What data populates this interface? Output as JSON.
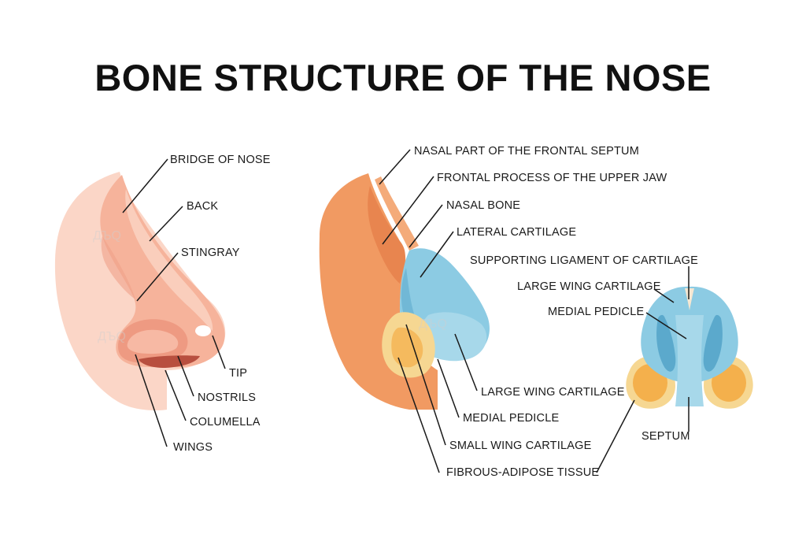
{
  "title": "BONE STRUCTURE OF THE NOSE",
  "watermark": "ДЪQ",
  "colors": {
    "skin_light": "#f9c6b2",
    "skin_mid": "#f4a98f",
    "skin_dark": "#e68a72",
    "bone_orange": "#ef955e",
    "bone_orange_dark": "#e07a45",
    "cartilage_blue": "#8ccbe3",
    "cartilage_blue_dark": "#5ba9cc",
    "fat_yellow": "#f6d792",
    "fat_orange": "#f4b04c"
  },
  "external_nose": {
    "labels": {
      "bridge": "BRIDGE OF NOSE",
      "back": "BACK",
      "stingray": "STINGRAY",
      "tip": "TIP",
      "nostrils": "NOSTRILS",
      "columella": "COLUMELLA",
      "wings": "WINGS"
    }
  },
  "side_structure": {
    "labels": {
      "frontal_septum": "NASAL PART OF THE FRONTAL SEPTUM",
      "frontal_process": "FRONTAL PROCESS OF THE UPPER JAW",
      "nasal_bone": "NASAL BONE",
      "lateral_cartilage": "LATERAL CARTILAGE",
      "large_wing": "LARGE WING CARTILAGE",
      "medial_pedicle": "MEDIAL PEDICLE",
      "small_wing": "SMALL WING CARTILAGE",
      "fibrous_tissue": "FIBROUS-ADIPOSE TISSUE"
    }
  },
  "bottom_view": {
    "labels": {
      "supporting_ligament": "SUPPORTING LIGAMENT OF CARTILAGE",
      "large_wing": "LARGE WING CARTILAGE",
      "medial_pedicle": "MEDIAL PEDICLE",
      "septum": "SEPTUM"
    }
  }
}
